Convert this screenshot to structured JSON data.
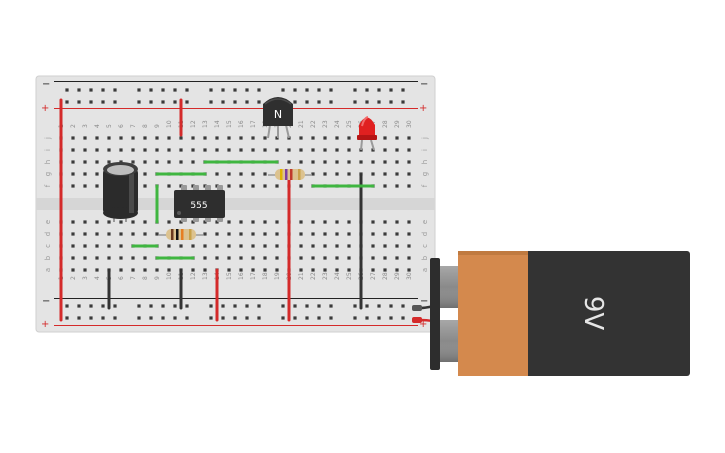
{
  "breadboard": {
    "rail_top_minus": "−",
    "rail_top_plus": "+",
    "rail_bottom_minus": "−",
    "rail_bottom_plus": "+",
    "row_labels_top": [
      "j",
      "i",
      "h",
      "g",
      "f"
    ],
    "row_labels_bottom": [
      "e",
      "d",
      "c",
      "b",
      "a"
    ],
    "columns": [
      "1",
      "2",
      "3",
      "4",
      "5",
      "6",
      "7",
      "8",
      "9",
      "10",
      "11",
      "12",
      "13",
      "14",
      "15",
      "16",
      "17",
      "18",
      "19",
      "20",
      "21",
      "22",
      "23",
      "24",
      "25",
      "26",
      "27",
      "28",
      "29",
      "30"
    ]
  },
  "components": {
    "ic_label": "555",
    "transistor_label": "N",
    "battery_label": "9V"
  },
  "colors": {
    "board": "#e4e4e4",
    "wire_red": "#d42a2a",
    "wire_green": "#3fb640",
    "wire_black": "#333333",
    "battery_copper": "#d4894d",
    "battery_black": "#333333",
    "led_red": "#e02020"
  }
}
